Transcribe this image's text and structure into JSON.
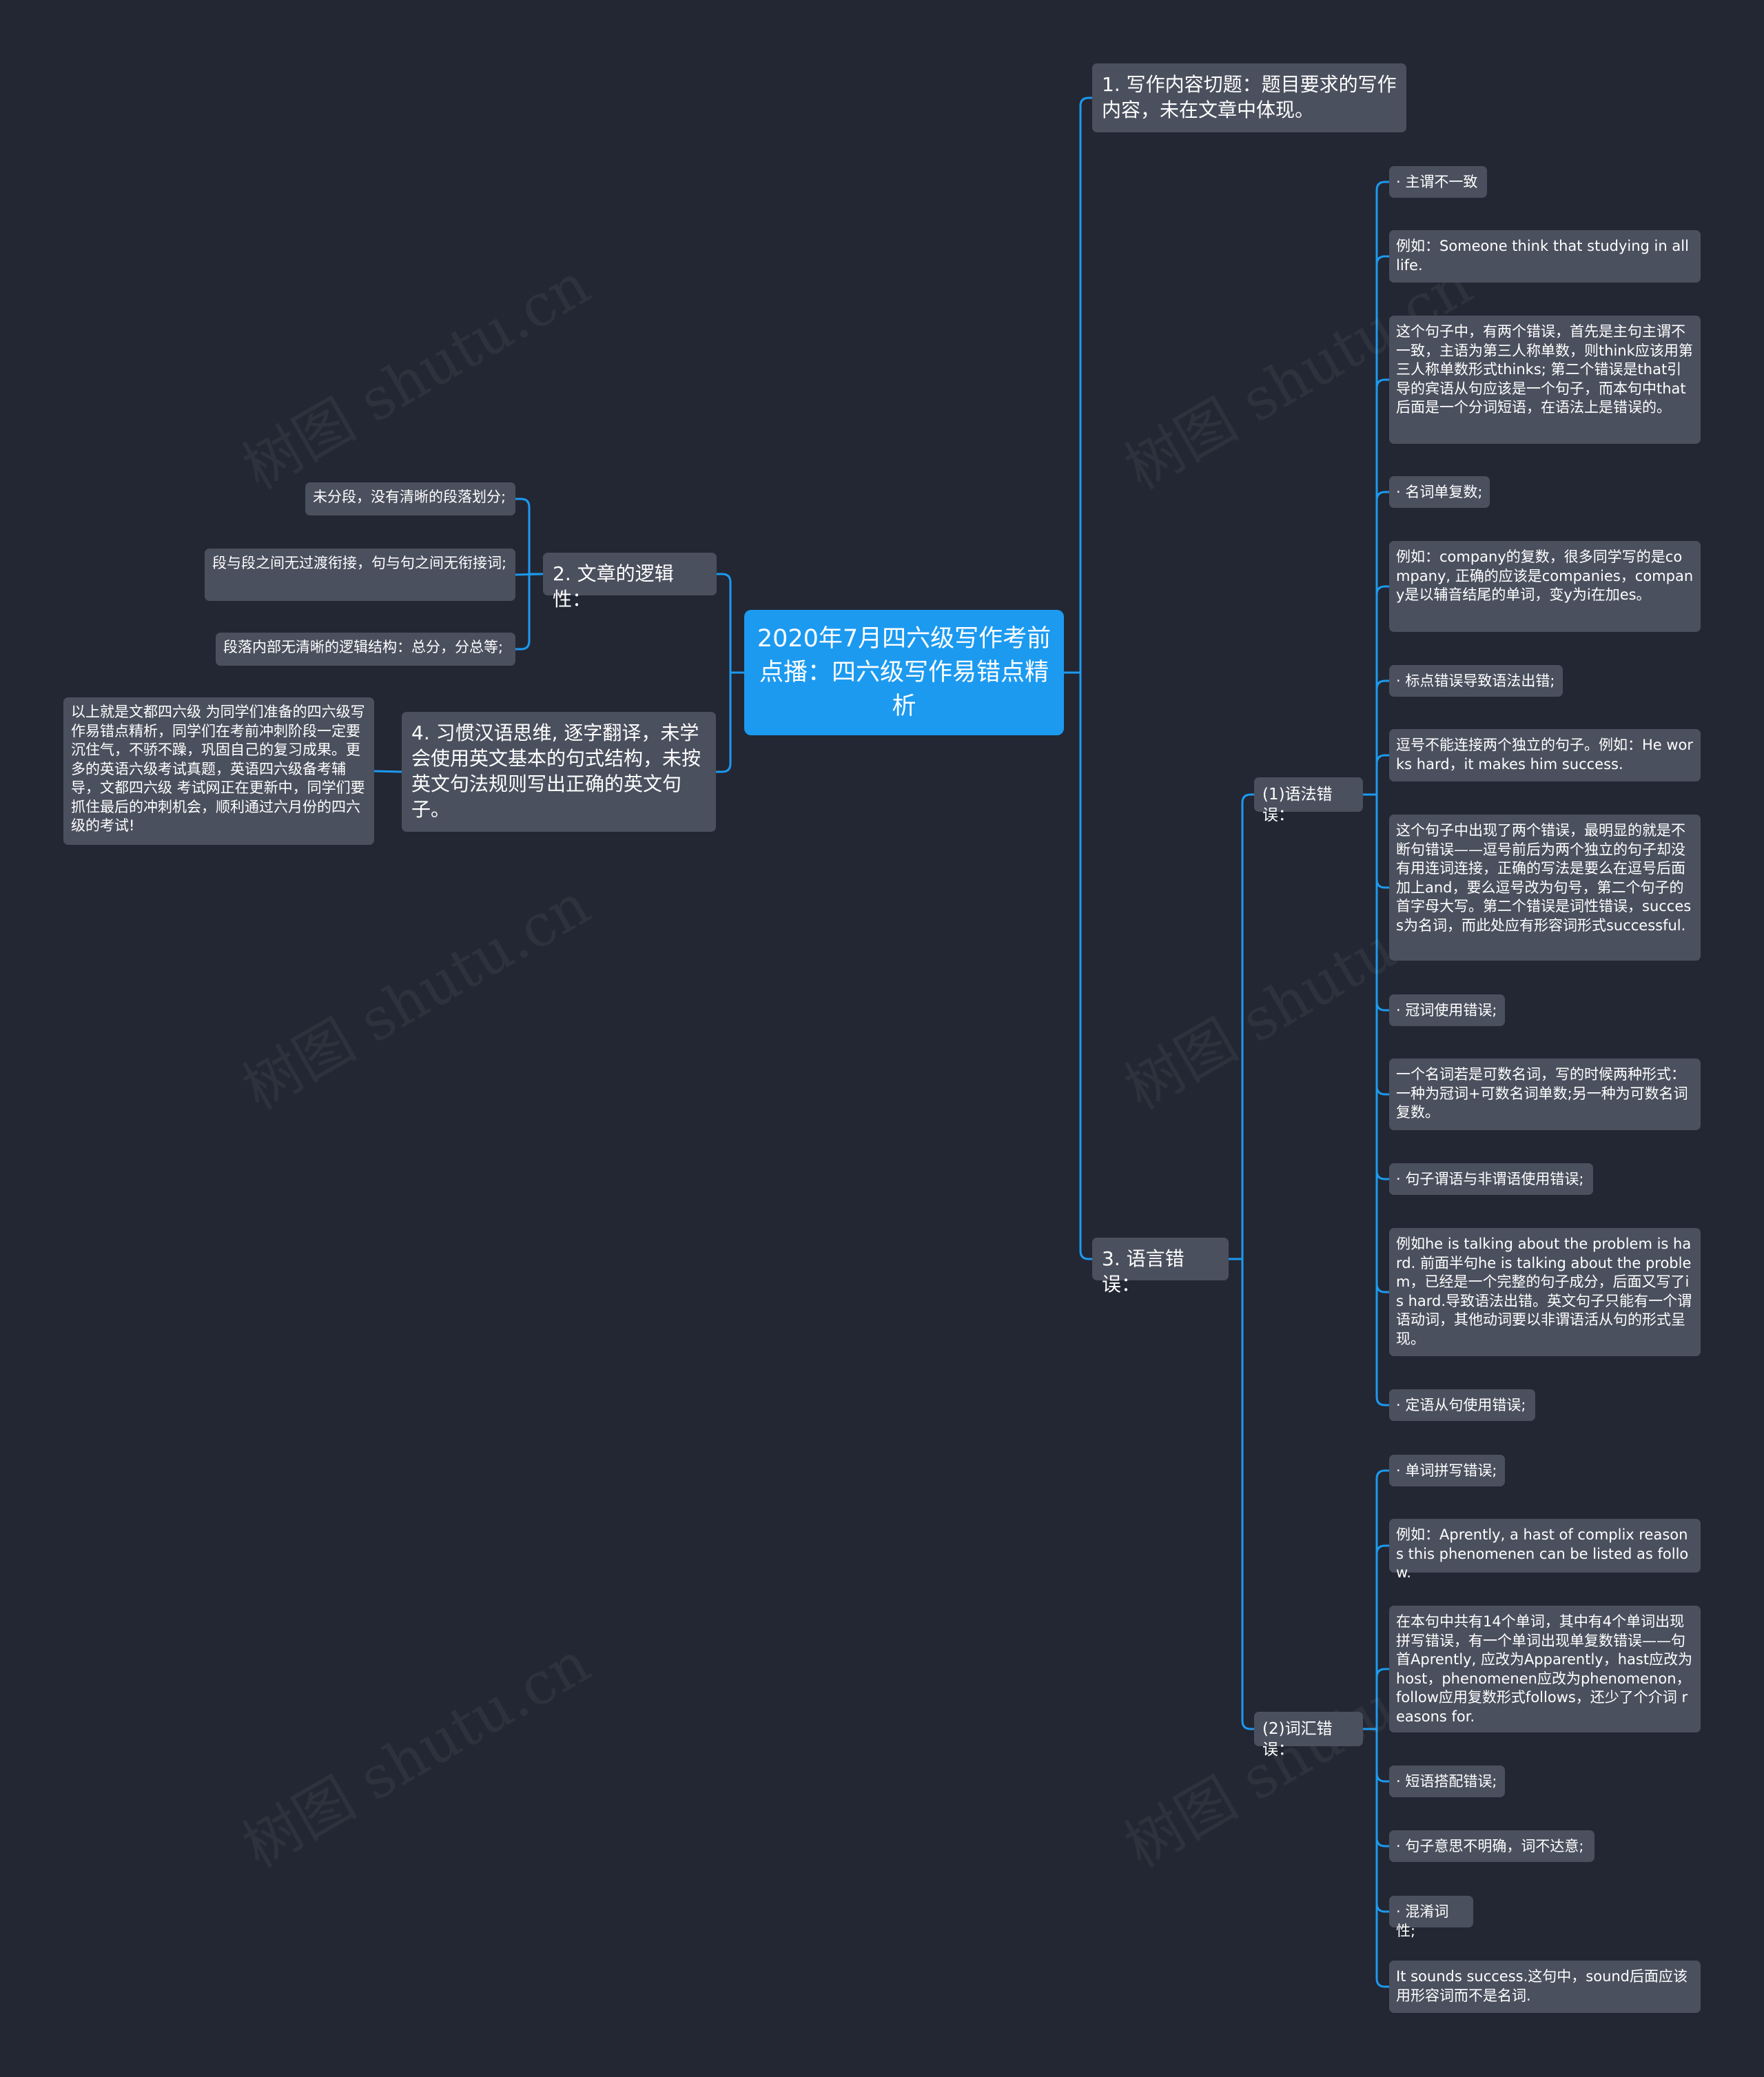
{
  "watermark": "树图 shutu.cn",
  "colors": {
    "background": "#232733",
    "root": "#1c9af0",
    "node": "#4b505e",
    "link": "#1c9af0"
  },
  "root": {
    "text": "2020年7月四六级写作考前点播：四六级写作易错点精析"
  },
  "right": {
    "b1": "1. 写作内容切题：题目要求的写作内容，未在文章中体现。",
    "b3": "3. 语言错误：",
    "grammar": {
      "label": "(1)语法错误：",
      "items": [
        "· 主谓不一致",
        "例如：Someone think that studying in all life.",
        "这个句子中，有两个错误，首先是主句主谓不一致，主语为第三人称单数，则think应该用第三人称单数形式thinks; 第二个错误是that引导的宾语从句应该是一个句子，而本句中that后面是一个分词短语，在语法上是错误的。",
        "· 名词单复数;",
        "例如：company的复数，很多同学写的是company, 正确的应该是companies，company是以辅音结尾的单词，变y为i在加es。",
        "· 标点错误导致语法出错;",
        "逗号不能连接两个独立的句子。例如：He works hard，it makes him success.",
        "这个句子中出现了两个错误，最明显的就是不断句错误——逗号前后为两个独立的句子却没有用连词连接，正确的写法是要么在逗号后面加上and，要么逗号改为句号，第二个句子的首字母大写。第二个错误是词性错误，success为名词，而此处应有形容词形式successful.",
        "· 冠词使用错误;",
        "一个名词若是可数名词，写的时候两种形式：一种为冠词+可数名词单数;另一种为可数名词复数。",
        "· 句子谓语与非谓语使用错误;",
        "例如he is talking about the problem is hard. 前面半句he is talking about the problem，已经是一个完整的句子成分，后面又写了is hard.导致语法出错。英文句子只能有一个谓语动词，其他动词要以非谓语活从句的形式呈现。",
        "· 定语从句使用错误;"
      ]
    },
    "vocab": {
      "label": "(2)词汇错误：",
      "items": [
        "· 单词拼写错误;",
        "例如：Aprently, a hast of complix reasons this phenomenen can be listed as follow.",
        "在本句中共有14个单词，其中有4个单词出现拼写错误，有一个单词出现单复数错误——句首Aprently, 应改为Apparently，hast应改为host，phenomenen应改为phenomenon，follow应用复数形式follows，还少了个介词 reasons for.",
        "· 短语搭配错误;",
        "· 句子意思不明确，词不达意;",
        "· 混淆词性;",
        "It sounds success.这句中，sound后面应该用形容词而不是名词."
      ]
    }
  },
  "left": {
    "b2": "2. 文章的逻辑性：",
    "b2_items": [
      "未分段，没有清晰的段落划分;",
      "段与段之间无过渡衔接，句与句之间无衔接词;",
      "段落内部无清晰的逻辑结构：总分，分总等;"
    ],
    "b4": "4. 习惯汉语思维, 逐字翻译，未学会使用英文基本的句式结构，未按英文句法规则写出正确的英文句子。",
    "b4_item": "以上就是文都四六级 为同学们准备的四六级写作易错点精析，同学们在考前冲刺阶段一定要沉住气，不骄不躁，巩固自己的复习成果。更多的英语六级考试真题，英语四六级备考辅导，文都四六级 考试网正在更新中，同学们要抓住最后的冲刺机会，顺利通过六月份的四六级的考试!"
  }
}
